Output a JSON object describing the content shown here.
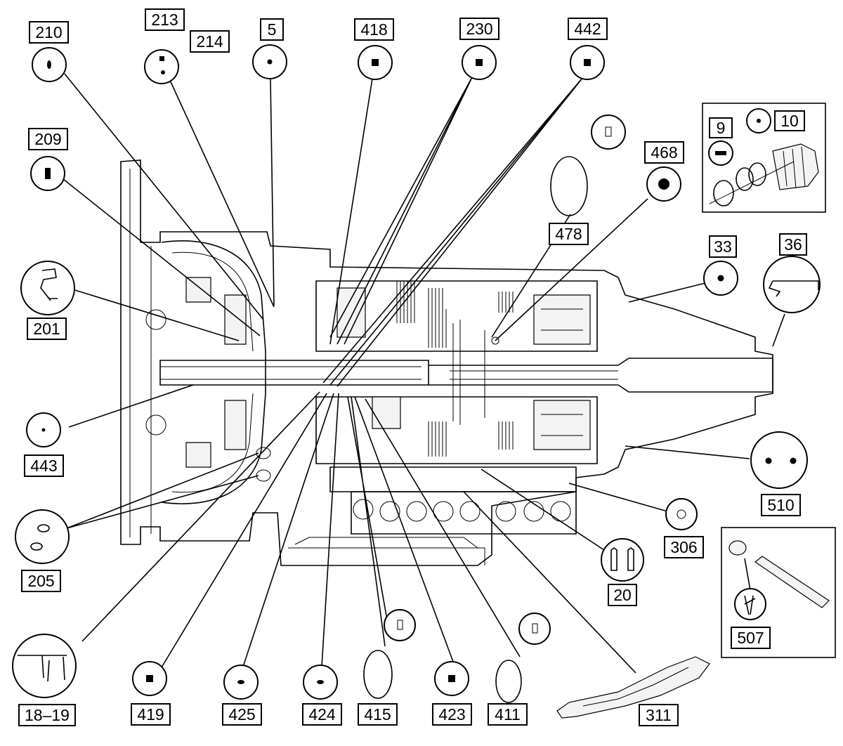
{
  "callouts": [
    {
      "id": "210",
      "symbol": "oval-dot"
    },
    {
      "id": "213",
      "symbol": "small-square"
    },
    {
      "id": "214",
      "symbol": "dot"
    },
    {
      "id": "5",
      "symbol": "dot"
    },
    {
      "id": "418",
      "symbol": "square"
    },
    {
      "id": "230",
      "symbol": "square"
    },
    {
      "id": "442",
      "symbol": "square"
    },
    {
      "id": "9",
      "symbol": "bar"
    },
    {
      "id": "10",
      "symbol": "dot"
    },
    {
      "id": "209",
      "symbol": "rectangle"
    },
    {
      "id": "468",
      "symbol": "large-dot"
    },
    {
      "id": "478",
      "symbol": "ring"
    },
    {
      "id": "33",
      "symbol": "dot"
    },
    {
      "id": "36",
      "symbol": "clip"
    },
    {
      "id": "201",
      "symbol": "spring-clip"
    },
    {
      "id": "443",
      "symbol": "small-dot"
    },
    {
      "id": "510",
      "symbol": "two-dots"
    },
    {
      "id": "306",
      "symbol": "washer"
    },
    {
      "id": "205",
      "symbol": "screens"
    },
    {
      "id": "20",
      "symbol": "bracket"
    },
    {
      "id": "507",
      "symbol": "seal"
    },
    {
      "id": "18-19",
      "text": "18–19",
      "symbol": "pins"
    },
    {
      "id": "419",
      "symbol": "square"
    },
    {
      "id": "425",
      "symbol": "oval-dot"
    },
    {
      "id": "424",
      "symbol": "oval-dot"
    },
    {
      "id": "415",
      "symbol": "ring"
    },
    {
      "id": "423",
      "symbol": "square"
    },
    {
      "id": "411",
      "symbol": "ring"
    },
    {
      "id": "311",
      "symbol": "plate"
    }
  ],
  "labels": {
    "l210": "210",
    "l213": "213",
    "l214": "214",
    "l5": "5",
    "l418": "418",
    "l230": "230",
    "l442": "442",
    "l9": "9",
    "l10": "10",
    "l209": "209",
    "l468": "468",
    "l478": "478",
    "l33": "33",
    "l36": "36",
    "l201": "201",
    "l443": "443",
    "l510": "510",
    "l306": "306",
    "l205": "205",
    "l20": "20",
    "l507": "507",
    "l1819": "18–19",
    "l419": "419",
    "l425": "425",
    "l424": "424",
    "l415": "415",
    "l423": "423",
    "l411": "411",
    "l311": "311"
  },
  "colors": {
    "line": "#000000",
    "background": "#ffffff",
    "fill": "#f3f3f3"
  }
}
